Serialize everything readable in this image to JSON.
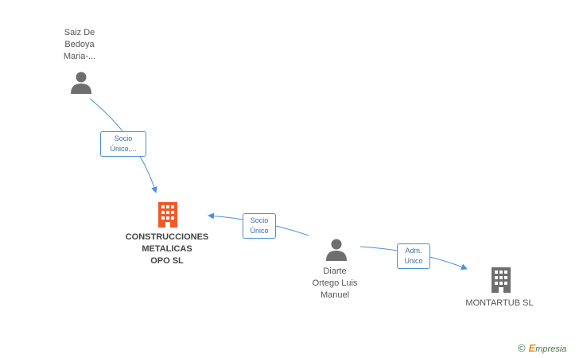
{
  "nodes": {
    "person_saiz": {
      "label_lines": [
        "Saiz De",
        "Bedoya",
        "Maria-..."
      ],
      "icon": "person-icon"
    },
    "company_construcciones": {
      "label_lines": [
        "CONSTRUCCIONES",
        "METALICAS",
        "OPO SL"
      ],
      "icon": "building-icon",
      "color": "#f05a28"
    },
    "person_diarte": {
      "label_lines": [
        "Diarte",
        "Ortego Luis",
        "Manuel"
      ],
      "icon": "person-icon"
    },
    "company_montartub": {
      "label_lines": [
        "MONTARTUB SL"
      ],
      "icon": "building-icon",
      "color": "#6e6e6e"
    }
  },
  "edges": {
    "saiz_to_construcciones": {
      "label_lines": [
        "Socio",
        "Único,..."
      ]
    },
    "diarte_to_construcciones": {
      "label_lines": [
        "Socio",
        "Único"
      ]
    },
    "diarte_to_montartub": {
      "label_lines": [
        "Adm.",
        "Unico"
      ]
    }
  },
  "colors": {
    "edge": "#4a90d9",
    "person": "#6e6e6e"
  },
  "brand": {
    "copyright": "©",
    "e": "E",
    "rest": "mpresia"
  }
}
